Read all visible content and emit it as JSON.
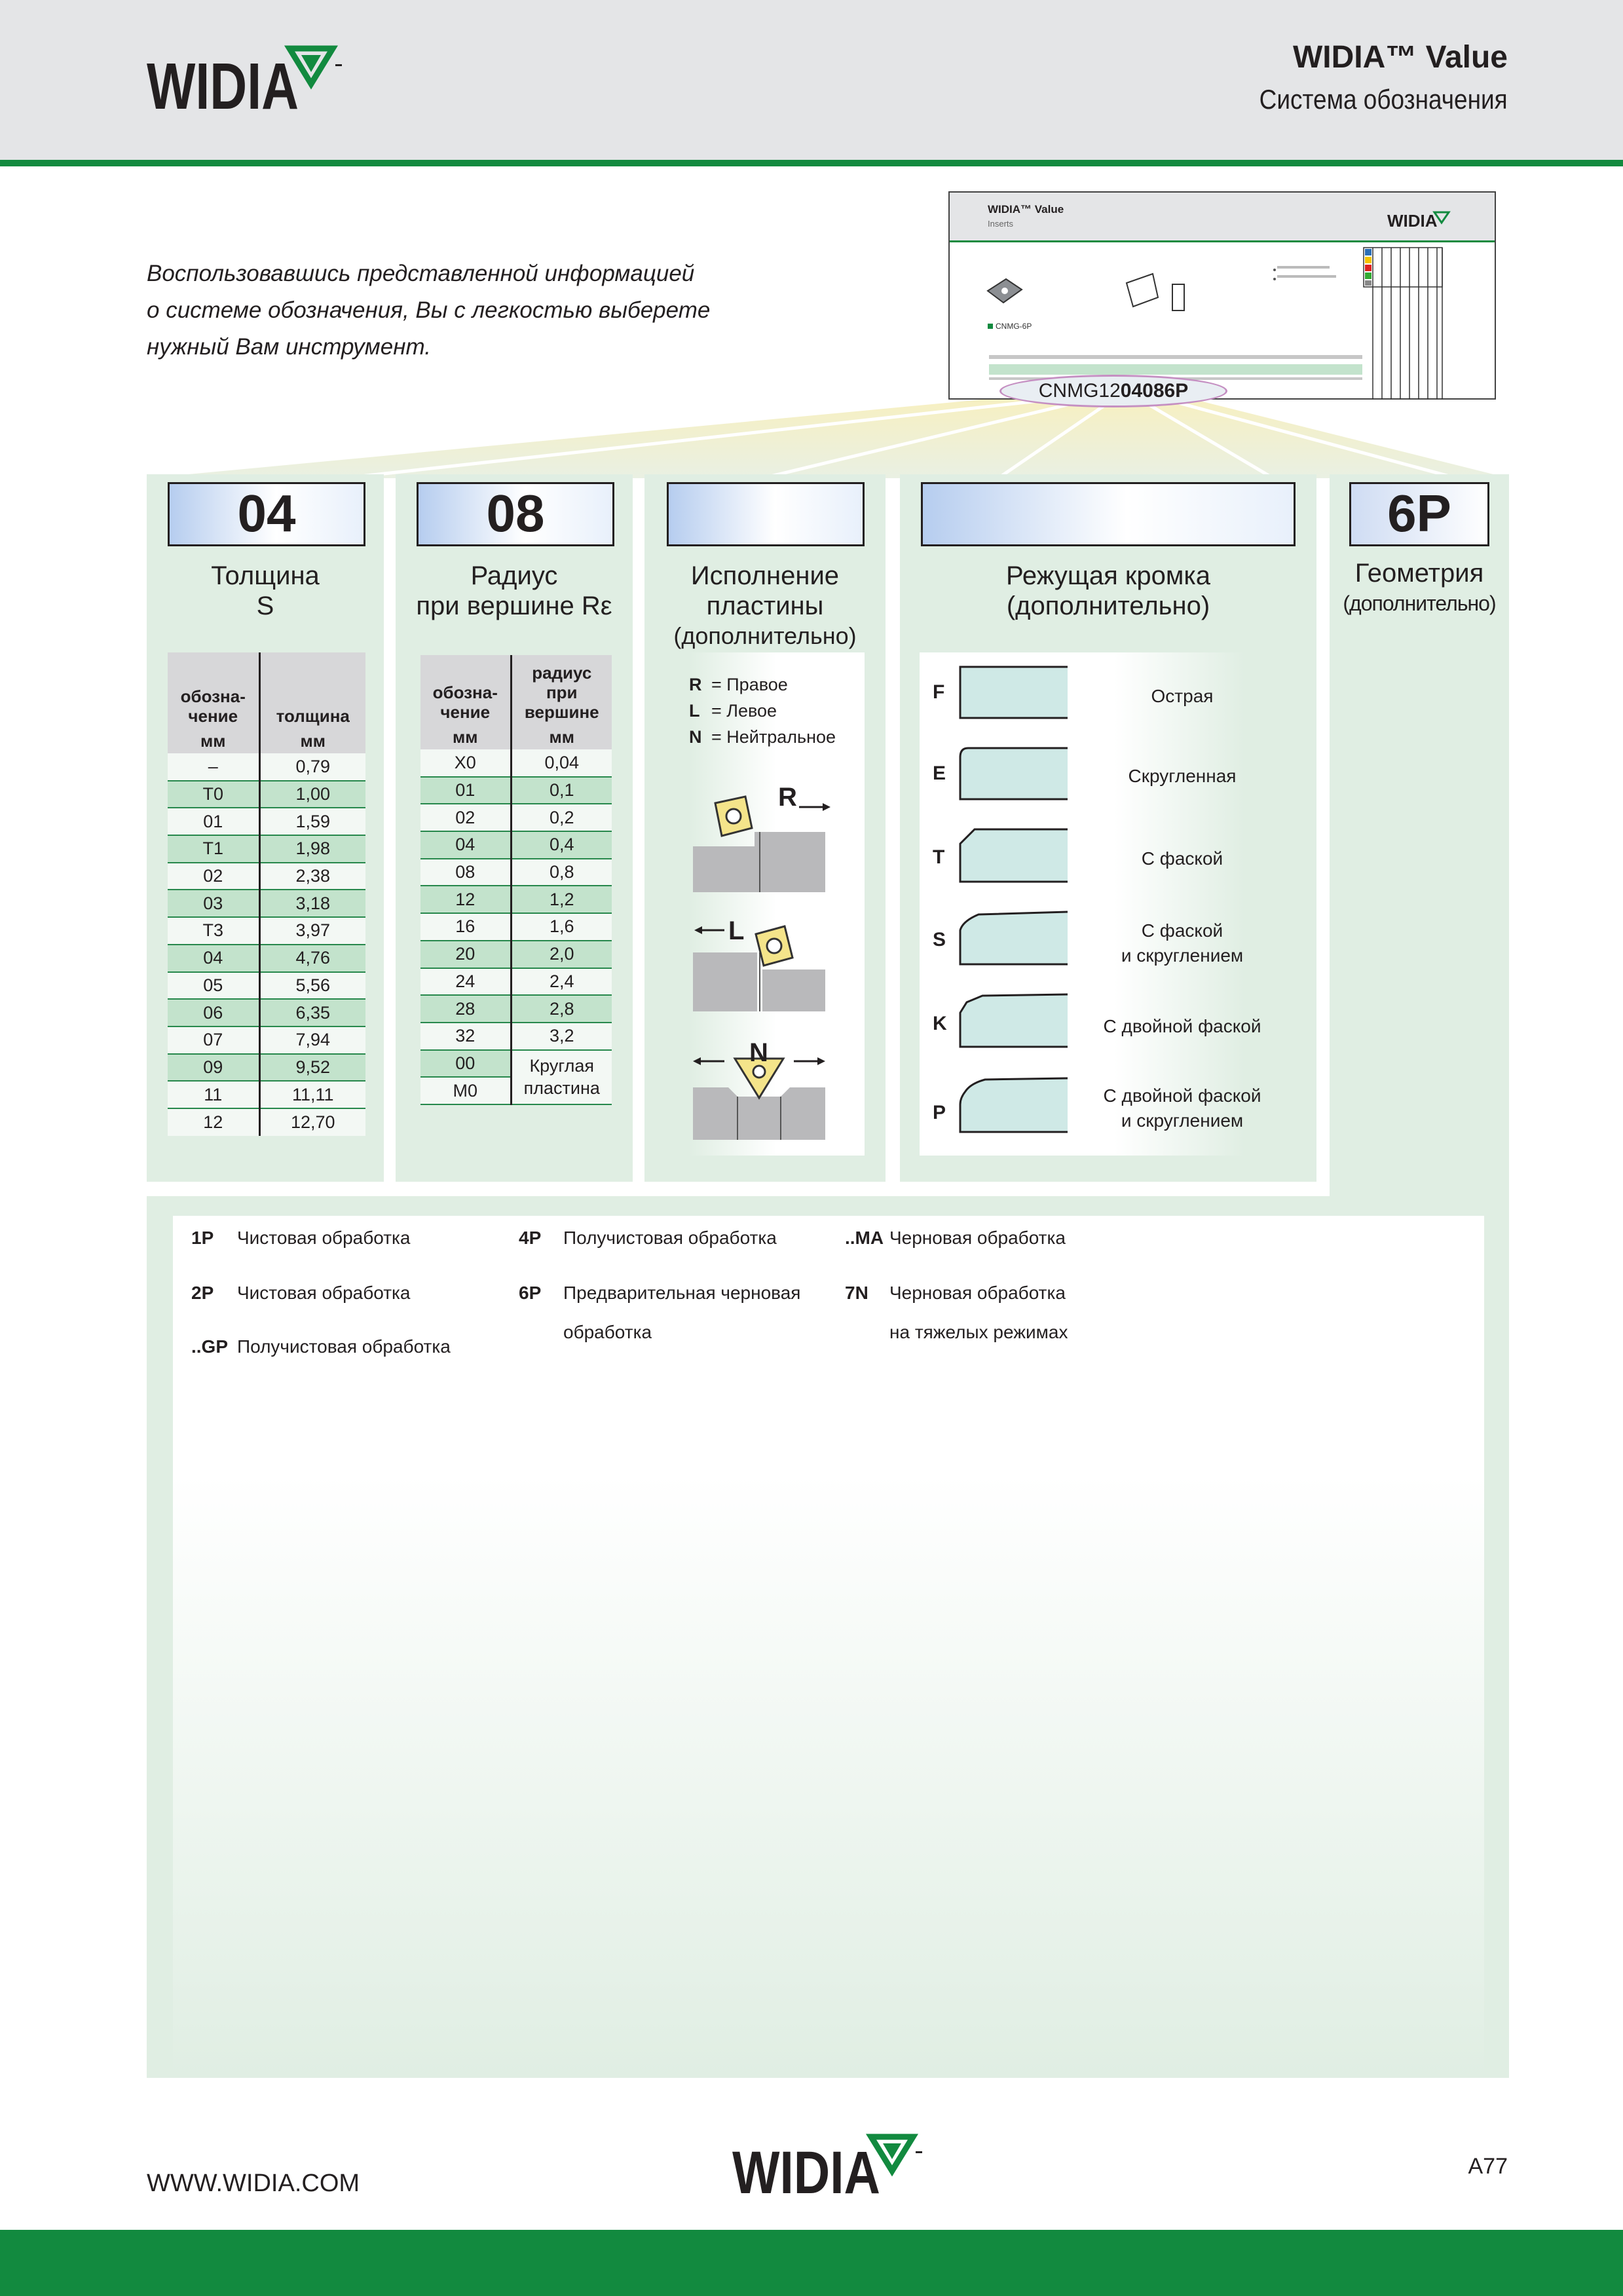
{
  "header": {
    "logo_text": "WIDIA",
    "title": "WIDIA™ Value",
    "subtitle": "Система обозначения"
  },
  "intro": {
    "line1": "Воспользовавшись представленной информацией",
    "line2": "о системе обозначения, Вы с легкостью выберете",
    "line3": "нужный Вам инструмент."
  },
  "mini_catalog": {
    "title": "WIDIA™ Value",
    "subtitle": "Inserts",
    "logo_text": "WIDIA",
    "item_label": "CNMG-6P",
    "code_prefix": "CNMG12",
    "code_suffix": "04086P"
  },
  "thickness": {
    "code": "04",
    "title_line1": "Толщина",
    "title_line2": "S",
    "col1_header": "обозна-\nчение",
    "col2_header": "толщина",
    "unit1": "мм",
    "unit2": "мм",
    "rows": [
      [
        "–",
        "0,79"
      ],
      [
        "T0",
        "1,00"
      ],
      [
        "01",
        "1,59"
      ],
      [
        "T1",
        "1,98"
      ],
      [
        "02",
        "2,38"
      ],
      [
        "03",
        "3,18"
      ],
      [
        "T3",
        "3,97"
      ],
      [
        "04",
        "4,76"
      ],
      [
        "05",
        "5,56"
      ],
      [
        "06",
        "6,35"
      ],
      [
        "07",
        "7,94"
      ],
      [
        "09",
        "9,52"
      ],
      [
        "11",
        "11,11"
      ],
      [
        "12",
        "12,70"
      ]
    ]
  },
  "radius": {
    "code": "08",
    "title_line1": "Радиус",
    "title_line2": "при вершине Rε",
    "col1_header": "обозна-\nчение",
    "col2_header": "радиус при\nвершине",
    "unit1": "мм",
    "unit2": "мм",
    "rows": [
      [
        "X0",
        "0,04"
      ],
      [
        "01",
        "0,1"
      ],
      [
        "02",
        "0,2"
      ],
      [
        "04",
        "0,4"
      ],
      [
        "08",
        "0,8"
      ],
      [
        "12",
        "1,2"
      ],
      [
        "16",
        "1,6"
      ],
      [
        "20",
        "2,0"
      ],
      [
        "24",
        "2,4"
      ],
      [
        "28",
        "2,8"
      ],
      [
        "32",
        "3,2"
      ]
    ],
    "round_codes": [
      "00",
      "M0"
    ],
    "round_label": "Круглая\nпластина"
  },
  "hand": {
    "title_line1": "Исполнение",
    "title_line2": "пластины",
    "title_line3": "(дополнительно)",
    "items": [
      {
        "letter": "R",
        "label": "=  Правое"
      },
      {
        "letter": "L",
        "label": "=  Левое"
      },
      {
        "letter": "N",
        "label": "=  Нейтральное"
      }
    ],
    "fig_r": "R",
    "fig_l": "L",
    "fig_n": "N"
  },
  "edge": {
    "title_line1": "Режущая кромка",
    "title_line2": "(дополнительно)",
    "items": [
      {
        "letter": "F",
        "label": "Острая"
      },
      {
        "letter": "E",
        "label": "Скругленная"
      },
      {
        "letter": "T",
        "label": "С фаской"
      },
      {
        "letter": "S",
        "label": "С фаской\nи скруглением"
      },
      {
        "letter": "K",
        "label": "С двойной фаской"
      },
      {
        "letter": "P",
        "label": "С двойной фаской\nи скруглением"
      }
    ]
  },
  "geometry": {
    "code": "6P",
    "title_line1": "Геометрия",
    "title_line2": "(дополнительно)",
    "items": [
      {
        "code": "1P",
        "label": "Чистовая обработка"
      },
      {
        "code": "2P",
        "label": "Чистовая обработка"
      },
      {
        "code": "..GP",
        "label": "Получистовая обработка"
      },
      {
        "code": "4P",
        "label": "Получистовая обработка"
      },
      {
        "code": "6P",
        "label": "Предварительная черновая",
        "label2": "обработка"
      },
      {
        "code": "..MA",
        "label": "Черновая обработка"
      },
      {
        "code": "7N",
        "label": "Черновая обработка",
        "label2": "на тяжелых режимах"
      }
    ]
  },
  "footer": {
    "url": "WWW.WIDIA.COM",
    "logo_text": "WIDIA",
    "page": "A77"
  },
  "colors": {
    "brand_green": "#128a3f",
    "panel_green": "#e0eee3",
    "header_gray": "#e4e5e7"
  }
}
